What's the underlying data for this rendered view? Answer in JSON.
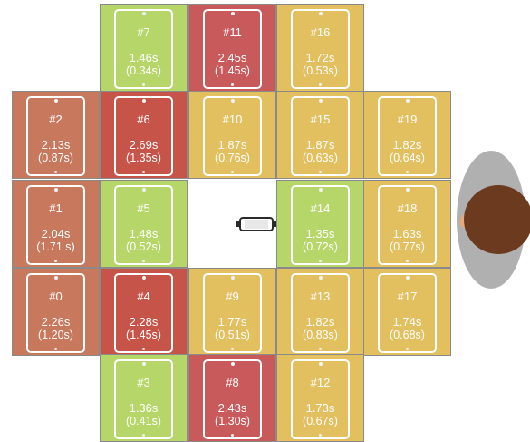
{
  "colors": {
    "green": "#b7d66a",
    "yellow": "#e2bf5f",
    "orange": "#c8785c",
    "red": "#c65448",
    "crimson": "#c85a5c",
    "hair": "#6b3a1f",
    "skin": "#e8a878",
    "shadow": "#b0b0b0"
  },
  "tablets": [
    {
      "label": "#7",
      "time": "1.46s",
      "sub": "(0.34s)",
      "color": "green"
    },
    {
      "label": "#11",
      "time": "2.45s",
      "sub": "(1.45s)",
      "color": "crimson"
    },
    {
      "label": "#16",
      "time": "1.72s",
      "sub": "(0.53s)",
      "color": "yellow"
    },
    {
      "label": "#2",
      "time": "2.13s",
      "sub": "(0.87s)",
      "color": "orange"
    },
    {
      "label": "#6",
      "time": "2.69s",
      "sub": "(1.35s)",
      "color": "red"
    },
    {
      "label": "#10",
      "time": "1.87s",
      "sub": "(0.76s)",
      "color": "yellow"
    },
    {
      "label": "#15",
      "time": "1.87s",
      "sub": "(0.63s)",
      "color": "yellow"
    },
    {
      "label": "#19",
      "time": "1.82s",
      "sub": "(0.64s)",
      "color": "yellow"
    },
    {
      "label": "#1",
      "time": "2.04s",
      "sub": "(1.71 s)",
      "color": "orange"
    },
    {
      "label": "#5",
      "time": "1.48s",
      "sub": "(0.52s)",
      "color": "green"
    },
    {
      "label": "#14",
      "time": "1.35s",
      "sub": "(0.72s)",
      "color": "green"
    },
    {
      "label": "#18",
      "time": "1.63s",
      "sub": "(0.77s)",
      "color": "yellow"
    },
    {
      "label": "#0",
      "time": "2.26s",
      "sub": "(1.20s)",
      "color": "orange"
    },
    {
      "label": "#4",
      "time": "2.28s",
      "sub": "(1.45s)",
      "color": "red"
    },
    {
      "label": "#9",
      "time": "1.77s",
      "sub": "(0.51s)",
      "color": "yellow"
    },
    {
      "label": "#13",
      "time": "1.82s",
      "sub": "(0.83s)",
      "color": "yellow"
    },
    {
      "label": "#17",
      "time": "1.74s",
      "sub": "(0.68s)",
      "color": "yellow"
    },
    {
      "label": "#3",
      "time": "1.36s",
      "sub": "(0.41s)",
      "color": "green"
    },
    {
      "label": "#8",
      "time": "2.43s",
      "sub": "(1.30s)",
      "color": "crimson"
    },
    {
      "label": "#12",
      "time": "1.73s",
      "sub": "(0.67s)",
      "color": "yellow"
    }
  ]
}
